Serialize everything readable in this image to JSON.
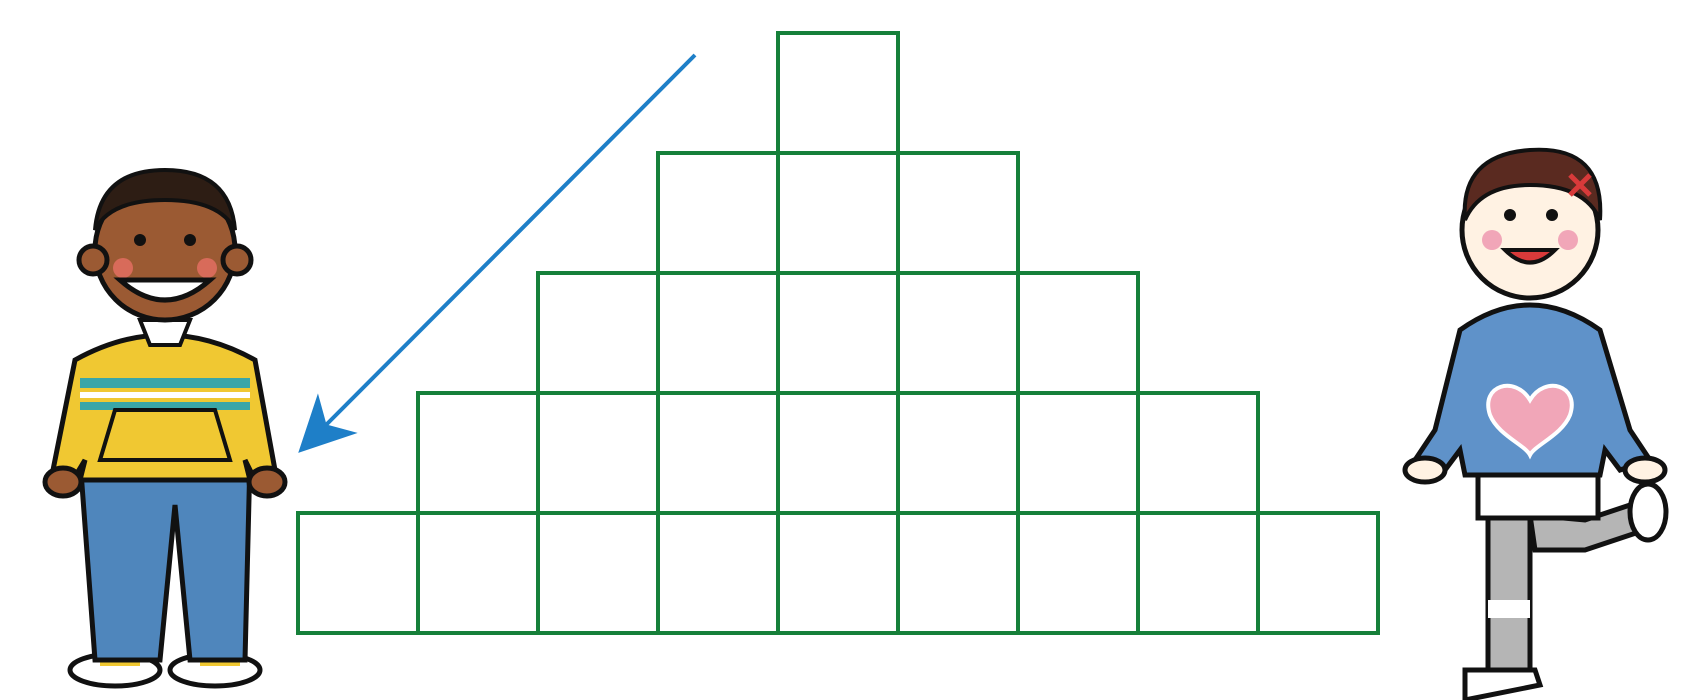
{
  "pyramid": {
    "rows": [
      1,
      3,
      5,
      7,
      9
    ],
    "cell_color": "#16803a"
  },
  "arrow": {
    "color": "#1e7fc8",
    "direction": "down-left"
  },
  "characters": [
    {
      "name": "boy",
      "hoodie_color": "#f0c832",
      "stripe_color": "#3aa6a8",
      "jeans_color": "#4f86bc",
      "skin_color": "#9b5a33",
      "hair_color": "#2d1d14"
    },
    {
      "name": "girl",
      "hoodie_color": "#5f92c9",
      "heart_color": "#f1a6b8",
      "hair_color": "#5a2a20",
      "hair_clip_color": "#d83a3a",
      "legging_color": "#b5b5b5"
    }
  ]
}
